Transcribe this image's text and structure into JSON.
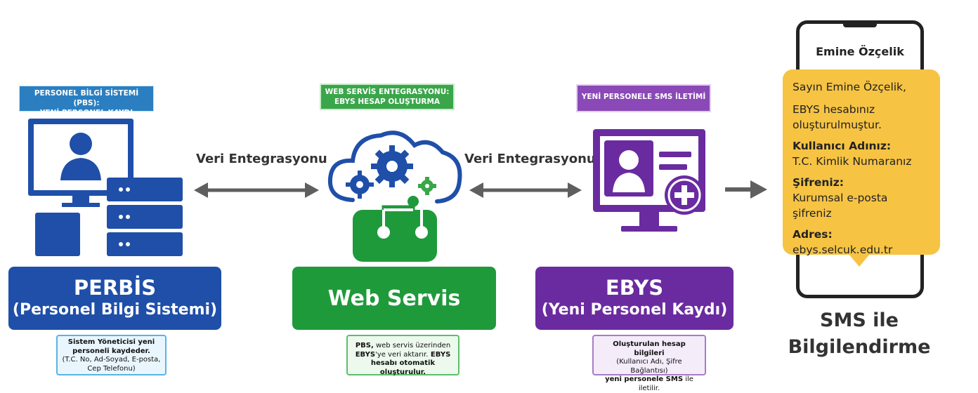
{
  "pbs": {
    "tag_line1": "PERSONEL BİLGİ SİSTEMİ (PBS):",
    "tag_line2": "YENİ PERSONEL KAYDI",
    "title": "PERBİS",
    "subtitle": "(Personel Bilgi Sistemi)",
    "note_line1": "Sistem Yöneticisi yeni",
    "note_line2": "personeli kaydeder.",
    "note_line3": "(T.C. No, Ad-Soyad, E-posta,",
    "note_line4": "Cep Telefonu)"
  },
  "link1": {
    "label": "Veri Entegrasyonu"
  },
  "web": {
    "tag_line1": "WEB SERVİS ENTEGRASYONU:",
    "tag_line2": "EBYS HESAP OLUŞTURMA",
    "title": "Web Servis",
    "note_b1": "PBS,",
    "note_t1": " web servis üzerinden",
    "note_b2": "EBYS",
    "note_t2": "'ye veri aktarır.",
    "note_b3": " EBYS",
    "note_b4": "hesabı otomatik oluşturulur."
  },
  "link2": {
    "label": "Veri Entegrasyonu"
  },
  "ebys": {
    "tag": "YENİ PERSONELE SMS İLETİMİ",
    "title": "EBYS",
    "subtitle": "(Yeni Personel Kaydı)",
    "note_b1": "Oluşturulan hesap bilgileri",
    "note_t1": "(Kullanıcı Adı, Şifre Bağlantısı)",
    "note_b2": "yeni personele SMS",
    "note_t2": " ile iletilir."
  },
  "phone": {
    "contact": "Emine Özçelik",
    "greeting": "Sayın Emine Özçelik,",
    "line1": "EBYS hesabınız",
    "line2": "oluşturulmuştur.",
    "user_label": "Kullanıcı Adınız:",
    "user_value": "T.C. Kimlik Numaranız",
    "pass_label": "Şifreniz:",
    "pass_value": "Kurumsal e-posta şifreniz",
    "addr_label": "Adres:",
    "addr_value": "ebys.selcuk.edu.tr"
  },
  "caption": {
    "line1": "SMS ile",
    "line2": "Bilgilendirme"
  },
  "colors": {
    "blue": "#1f4fa8",
    "blue_tag": "#2b7fc1",
    "green": "#1f9a3b",
    "green_tag": "#3aa64a",
    "purple": "#6a2ba0",
    "purple_tag": "#8a49b6",
    "sms_yellow": "#f6c343"
  }
}
